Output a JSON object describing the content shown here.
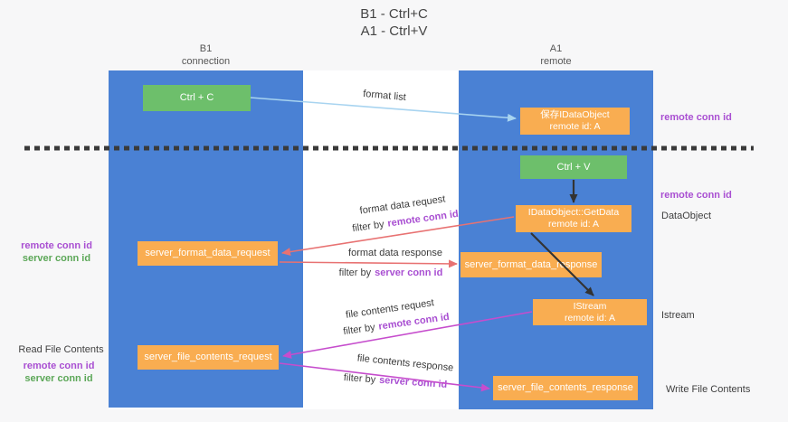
{
  "title": {
    "line1": "B1 - Ctrl+C",
    "line2": "A1 - Ctrl+V"
  },
  "columns": {
    "left": {
      "name": "B1",
      "role": "connection"
    },
    "right": {
      "name": "A1",
      "role": "remote"
    }
  },
  "nodes": {
    "ctrl_c": {
      "label": "Ctrl + C"
    },
    "ctrl_v": {
      "label": "Ctrl + V"
    },
    "save_dataobject": {
      "line1": "保存IDataObject",
      "line2": "remote id: A"
    },
    "getdata": {
      "line1": "IDataObject::GetData",
      "line2": "remote id: A"
    },
    "istream": {
      "line1": "IStream",
      "line2": "remote id: A"
    },
    "server_format_data_request": {
      "label": "server_format_data_request"
    },
    "server_format_data_response": {
      "label": "server_format_data_response"
    },
    "server_file_contents_request": {
      "label": "server_file_contents_request"
    },
    "server_file_contents_response": {
      "label": "server_file_contents_response"
    }
  },
  "flow_labels": {
    "format_list": "format list",
    "format_request": "format data request",
    "format_request_filter_prefix": "filter by",
    "format_request_filter_key": "remote conn id",
    "format_response": "format data response",
    "format_response_filter_prefix": "filter by",
    "format_response_filter_key": "server conn id",
    "file_request": "file contents request",
    "file_request_filter_prefix": "filter by",
    "file_request_filter_key": "remote conn id",
    "file_response": "file contents response",
    "file_response_filter_prefix": "filter by",
    "file_response_filter_key": "server conn id"
  },
  "side_labels": {
    "right_remote_conn_id_top": "remote conn id",
    "right_remote_conn_id_mid": "remote conn id",
    "right_dataobject": "DataObject",
    "right_istream": "Istream",
    "right_write_file_contents": "Write File Contents",
    "left_remote_conn_id_1": "remote conn id",
    "left_server_conn_id_1": "server conn id",
    "left_read_file_contents": "Read File Contents",
    "left_remote_conn_id_2": "remote conn id",
    "left_server_conn_id_2": "server conn id"
  },
  "colors": {
    "page_bg": "#f7f7f8",
    "pillar_blue": "#4a81d4",
    "box_orange": "#f9ad51",
    "box_green": "#6dbf6b",
    "arrow_lightblue": "#a8d4f0",
    "arrow_black": "#333333",
    "arrow_red": "#e87272",
    "arrow_magenta": "#c64dcd",
    "text_purple": "#a94fd2",
    "text_green": "#5ca758",
    "text_dark": "#3c3c3c",
    "divider_dark": "#3a3a3a"
  }
}
